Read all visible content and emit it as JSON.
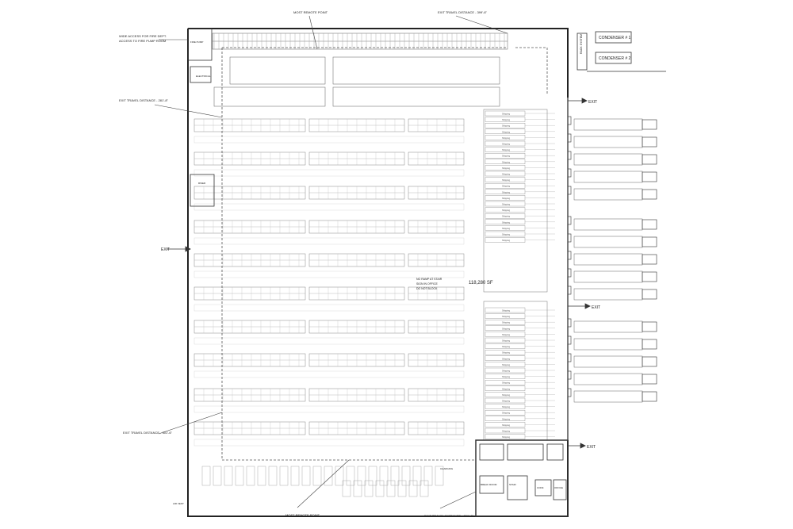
{
  "labels": {
    "most_remote_top": "MOST REMOTE POINT",
    "most_remote_bottom": "MOST REMOTE POINT",
    "exit_travel_top": "EXIT TRAVEL DISTANCE - 399'-6\"",
    "exit_travel_left": "EXIT TRAVEL DISTANCE - 281'-8\"",
    "exit_travel_bottom_left": "EXIT TRAVEL DISTANCE - 301'-6\"",
    "exit_travel_bottom": "EXIT TRAVEL DISTANCE - 391'-6\"",
    "access_note_1": "WIDE ACCESS FOR FIRE DEPT.",
    "access_note_2": "ACCESS TO FIRE PUMP ROOM",
    "condenser_1": "CONDENSER # 1",
    "condenser_2": "CONDENSER # 2",
    "rack_system": "RACK SYSTEM",
    "area": "118,280 SF",
    "note_1": "NO RAMP AT STAIR",
    "note_2": "SIGN IN OFFICE",
    "note_3": "DO NOT BLOCK",
    "exit": "EXIT",
    "electrical": "ELECTRICAL",
    "fire_pump": "FIRE PUMP",
    "office": "OFFICE",
    "shipping": "Shipping",
    "riser": "RISER",
    "break": "BREAK ROOM",
    "conf": "CONF.",
    "stair": "STAIR",
    "air_vent": "AIR VENT",
    "charging": "CHARGING"
  },
  "colors": {
    "line": "#333333",
    "light": "#8a8a8a",
    "accent": "#3b4a9a"
  }
}
